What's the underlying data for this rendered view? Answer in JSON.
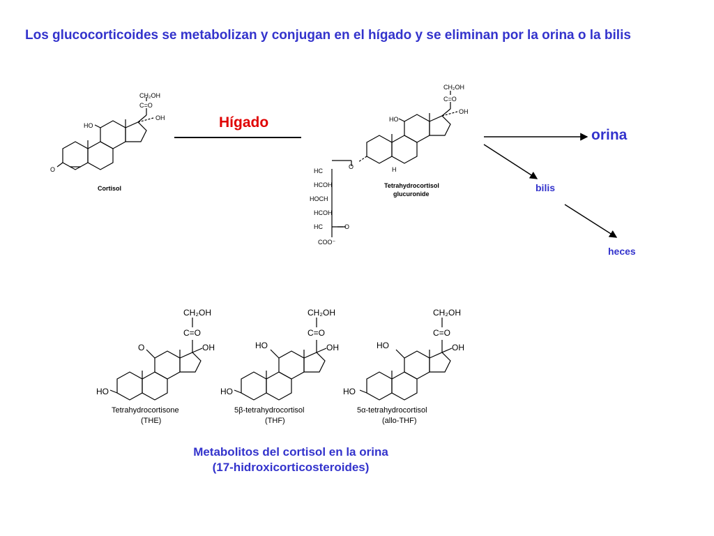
{
  "slide": {
    "title": "Los glucocorticoides se metabolizan y conjugan en el hígado y se eliminan por la orina o la bilis",
    "liver_label": "Hígado",
    "urine_label": "orina",
    "bile_label": "bilis",
    "feces_label": "heces",
    "caption_line1": "Metabolitos del cortisol en la orina",
    "caption_line2": "(17-hidroxicorticosteroides)"
  },
  "colors": {
    "title": "#3333cc",
    "liver": "#e00000",
    "blue_label": "#3333cc",
    "ink": "#000000"
  },
  "molecules": {
    "cortisol": {
      "name": "Cortisol",
      "ch2oh": "CH₂OH",
      "co": "C=O",
      "oh": "OH",
      "ho": "HO",
      "o": "O"
    },
    "glucuronide": {
      "name_line1": "Tetrahydrocortisol",
      "name_line2": "glucuronide",
      "ch2oh": "CH₂OH",
      "co": "C=O",
      "oh": "OH",
      "ho": "HO",
      "o": "O",
      "h": "H",
      "sugar": [
        "HC",
        "HCOH",
        "HOCH",
        "HCOH",
        "HC",
        "COO⁻"
      ],
      "ring_o": "O"
    },
    "the": {
      "name_line1": "Tetrahydrocortisone",
      "name_line2": "(THE)",
      "ch2oh": "CH₂OH",
      "co": "C=O",
      "oh": "OH",
      "ho": "HO",
      "o": "O"
    },
    "thf": {
      "name_line1": "5β-tetrahydrocortisol",
      "name_line2": "(THF)",
      "ch2oh": "CH₂OH",
      "co": "C=O",
      "oh": "OH",
      "ho": "HO"
    },
    "allothf": {
      "name_line1": "5α-tetrahydrocortisol",
      "name_line2": "(allo-THF)",
      "ch2oh": "CH₂OH",
      "co": "C=O",
      "oh": "OH",
      "ho": "HO"
    }
  }
}
